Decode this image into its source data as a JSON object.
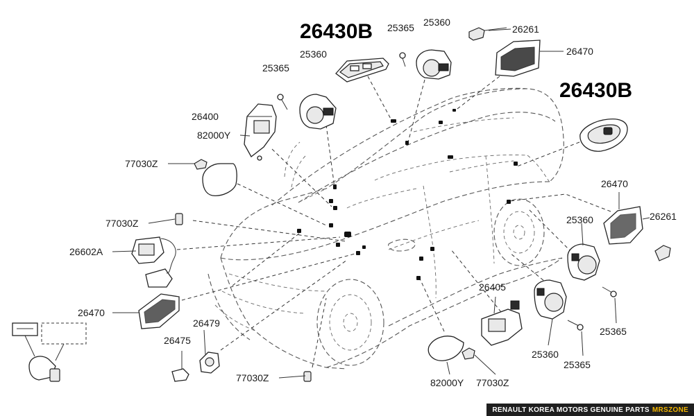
{
  "labels": {
    "l1": "26430B",
    "l2": "25365",
    "l3": "25360",
    "l4": "26261",
    "l5": "26470",
    "l6": "25365",
    "l7": "25360",
    "l8": "26400",
    "l9": "82000Y",
    "l10": "77030Z",
    "l11": "26430B",
    "l12": "26470",
    "l13": "77030Z",
    "l14": "26602A",
    "l15": "25360",
    "l16": "26261",
    "l17": "26405",
    "l18": "26470",
    "l19": "26479",
    "l20": "26475",
    "l21": "25365",
    "l22": "25360",
    "l23": "25365",
    "l24": "77030Z",
    "l25": "82000Y",
    "l26": "77030Z"
  },
  "footer": {
    "text": "RENAULT KOREA MOTORS GENUINE PARTS",
    "brand": "MRSZONE"
  },
  "colors": {
    "brand_accent": "#f2b400",
    "footer_bg": "#1f1f1f"
  }
}
